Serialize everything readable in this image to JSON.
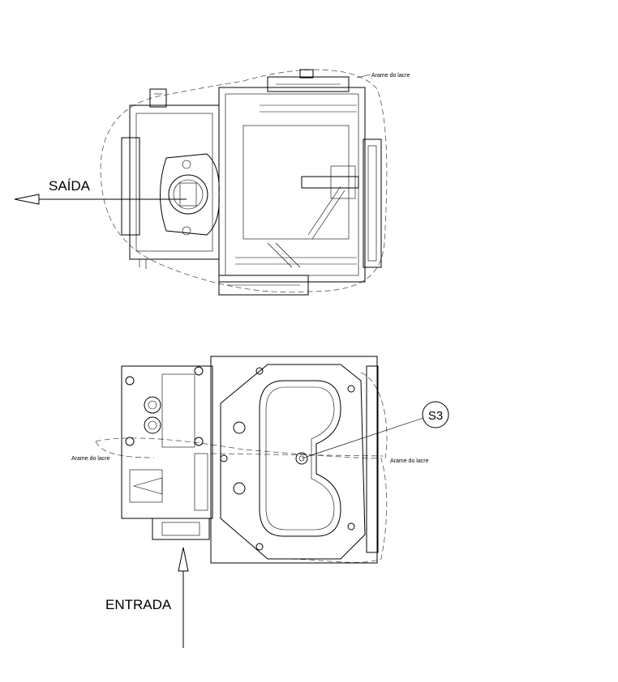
{
  "labels": {
    "top_seal_wire": "Arame do lacre",
    "outlet": "SAÍDA",
    "callout": "S3",
    "bottom_seal_wire_left": "Arame do lacre",
    "bottom_seal_wire_right": "Arame do lacre",
    "inlet": "ENTRADA"
  }
}
